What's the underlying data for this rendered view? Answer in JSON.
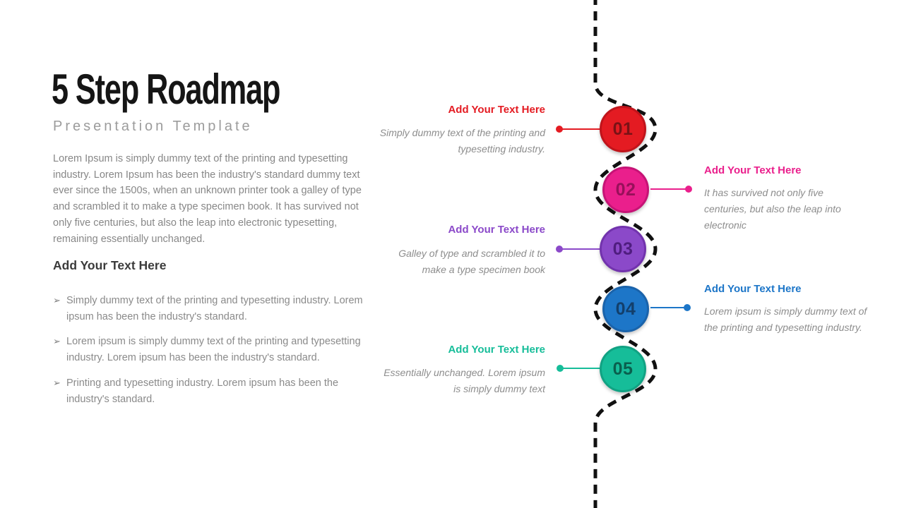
{
  "slide": {
    "title": "5 Step Roadmap",
    "subtitle": "Presentation Template",
    "intro": "Lorem Ipsum is simply dummy text of the printing and typesetting industry. Lorem Ipsum has been the industry's standard dummy text ever since the 1500s, when an unknown printer took a galley of type and scrambled it to make a type specimen book. It has survived not only five centuries, but also the leap into electronic typesetting, remaining essentially unchanged.",
    "section_heading": "Add Your Text Here",
    "bullets": [
      {
        "marker": "➢",
        "text": "Simply dummy text of the printing and typesetting industry. Lorem ipsum has been the industry's standard."
      },
      {
        "marker": "➢",
        "text": "Lorem ipsum is simply dummy text of the printing and typesetting industry. Lorem ipsum has been the industry's standard."
      },
      {
        "marker": "➢",
        "text": "Printing and typesetting industry. Lorem ipsum has been the industry's standard."
      }
    ]
  },
  "roadmap": {
    "road_color": "#111111",
    "steps": [
      {
        "number": "01",
        "heading": "Add Your Text Here",
        "text": "Simply dummy text of the printing and typesetting industry.",
        "side": "left",
        "color": "#e41b22",
        "border_color": "#c0141b",
        "number_color": "#7a1216"
      },
      {
        "number": "02",
        "heading": "Add Your Text Here",
        "text": "It has survived not only five centuries, but also the leap into electronic",
        "side": "right",
        "color": "#ea1f8c",
        "border_color": "#c61376",
        "number_color": "#97105a"
      },
      {
        "number": "03",
        "heading": "Add Your Text Here",
        "text": "Galley of type and scrambled it to make a type specimen book",
        "side": "left",
        "color": "#8b49c9",
        "border_color": "#7233ad",
        "number_color": "#4f1d7f"
      },
      {
        "number": "04",
        "heading": "Add Your Text Here",
        "text": "Lorem ipsum is simply dummy text of the printing and typesetting industry.",
        "side": "right",
        "color": "#1d76c8",
        "border_color": "#1a63ab",
        "number_color": "#133f6b"
      },
      {
        "number": "05",
        "heading": "Add Your Text Here",
        "text": "Essentially unchanged. Lorem ipsum is simply dummy text",
        "side": "left",
        "color": "#16bd99",
        "border_color": "#11a283",
        "number_color": "#0a5f4e"
      }
    ]
  }
}
